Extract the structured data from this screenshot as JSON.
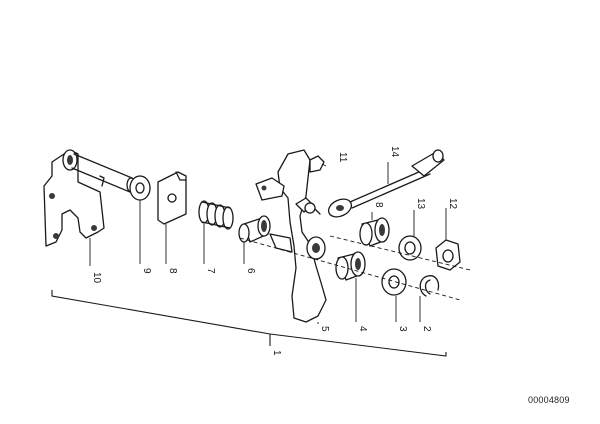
{
  "callouts": [
    {
      "id": "10",
      "label": "10"
    },
    {
      "id": "9",
      "label": "9"
    },
    {
      "id": "8",
      "label": "8"
    },
    {
      "id": "7",
      "label": "7"
    },
    {
      "id": "6",
      "label": "6"
    },
    {
      "id": "5",
      "label": "5"
    },
    {
      "id": "4",
      "label": "4"
    },
    {
      "id": "3",
      "label": "3"
    },
    {
      "id": "2",
      "label": "2"
    },
    {
      "id": "11",
      "label": "11"
    },
    {
      "id": "14",
      "label": "14"
    },
    {
      "id": "8b",
      "label": "8"
    },
    {
      "id": "13",
      "label": "13"
    },
    {
      "id": "12",
      "label": "12"
    },
    {
      "id": "1",
      "label": "1"
    }
  ],
  "reference_code": "00004809"
}
